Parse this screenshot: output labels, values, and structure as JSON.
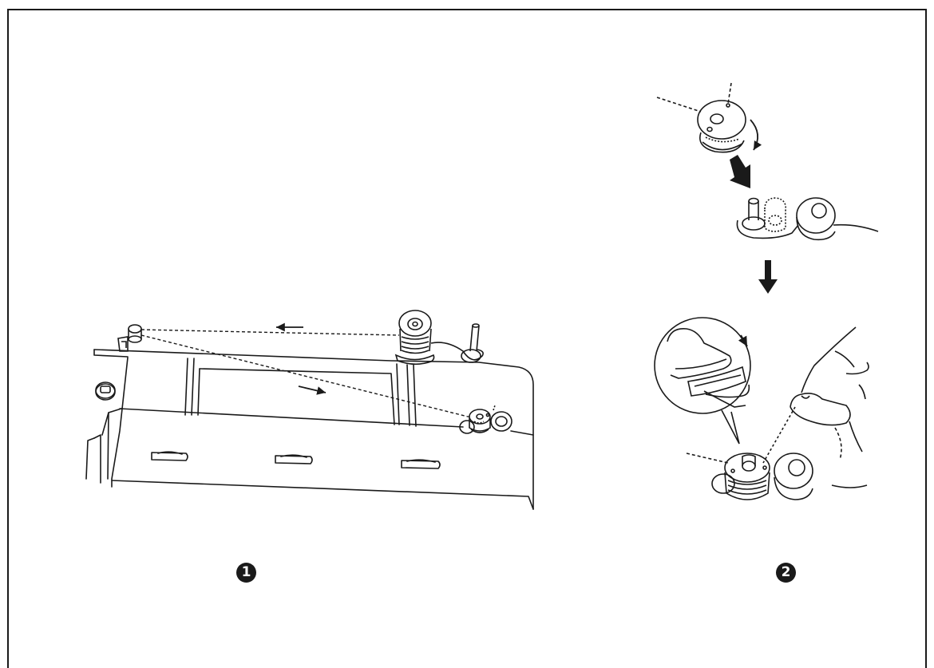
{
  "steps": [
    {
      "number": "1"
    },
    {
      "number": "2"
    }
  ],
  "colors": {
    "line": "#1a1a1a",
    "background": "#ffffff"
  },
  "icons": {
    "step1": "bobbin-winding-thread-path-illustration",
    "step2": "bobbin-placement-and-foot-pedal-illustration"
  }
}
